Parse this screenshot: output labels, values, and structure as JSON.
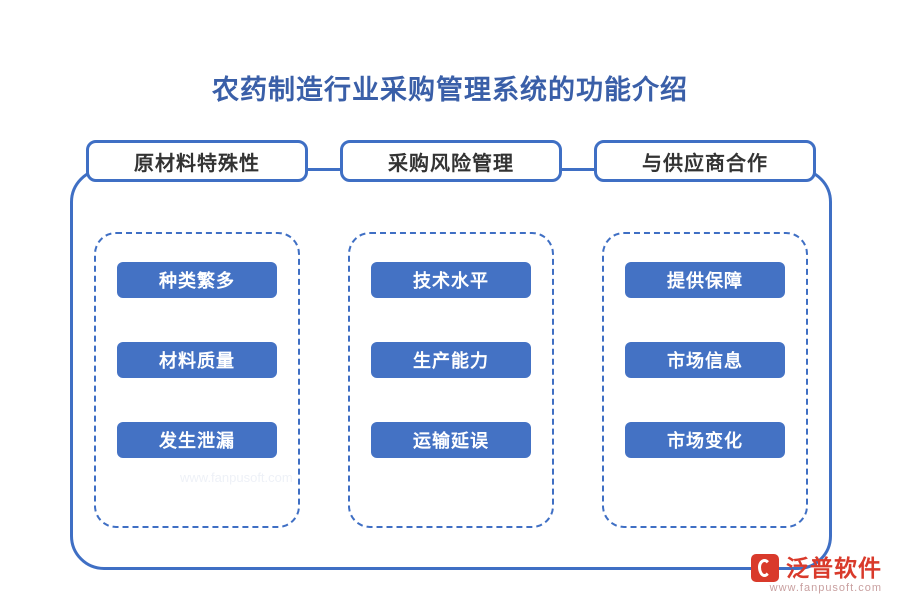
{
  "page": {
    "title": "农药制造行业采购管理系统的功能介绍",
    "accent_color": "#3f6fc4",
    "pill_color": "#4472c4",
    "title_color": "#3a5fa8"
  },
  "diagram": {
    "type": "grouped-list",
    "columns": [
      {
        "header": "原材料特殊性",
        "items": [
          "种类繁多",
          "材料质量",
          "发生泄漏"
        ]
      },
      {
        "header": "采购风险管理",
        "items": [
          "技术水平",
          "生产能力",
          "运输延误"
        ]
      },
      {
        "header": "与供应商合作",
        "items": [
          "提供保障",
          "市场信息",
          "市场变化"
        ]
      }
    ]
  },
  "branding": {
    "name": "泛普软件",
    "site": "www.fanpusoft.com",
    "logo_color": "#d93a2b"
  }
}
